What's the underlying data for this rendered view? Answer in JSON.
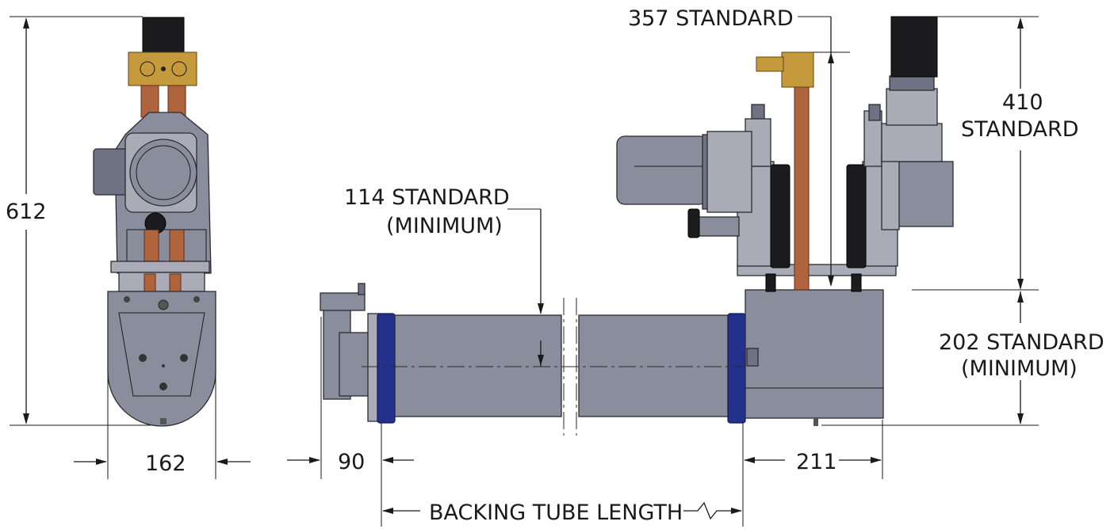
{
  "dimensions": {
    "overall_height": "612",
    "front_width": "162",
    "top_standard": "357 STANDARD",
    "tube_offset_line1": "114 STANDARD",
    "tube_offset_line2": "(MINIMUM)",
    "motor_height_line1": "410",
    "motor_height_line2": "STANDARD",
    "base_height_line1": "202 STANDARD",
    "base_height_line2": "(MINIMUM)",
    "left_offset": "90",
    "right_width": "211",
    "backing_tube": "BACKING TUBE LENGTH"
  },
  "colors": {
    "housing": "#8a8d9c",
    "copper_tube": "#b0643e",
    "brass_fitting": "#c49a3d",
    "flange": "#24318c",
    "motor_cap": "#1c1c1f"
  }
}
